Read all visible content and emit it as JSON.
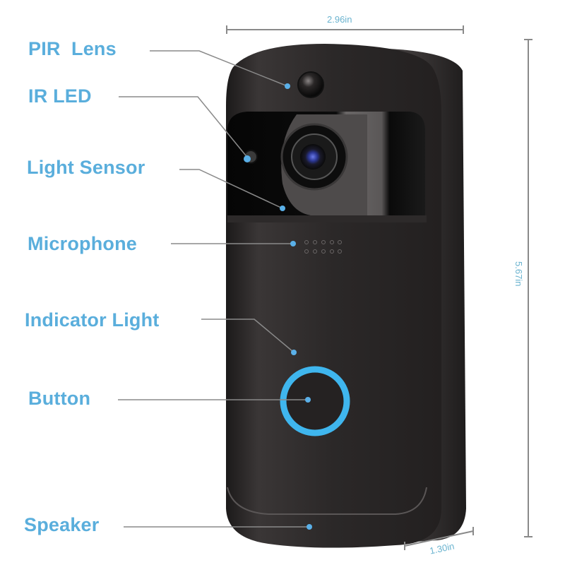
{
  "diagram": {
    "subject": "Video doorbell",
    "labels": [
      {
        "id": "pir-lens",
        "text": "PIR  Lens"
      },
      {
        "id": "ir-led",
        "text": "IR LED"
      },
      {
        "id": "light-sensor",
        "text": "Light Sensor"
      },
      {
        "id": "microphone",
        "text": "Microphone"
      },
      {
        "id": "indicator-light",
        "text": "Indicator Light"
      },
      {
        "id": "button",
        "text": "Button"
      },
      {
        "id": "speaker",
        "text": "Speaker"
      }
    ],
    "dimensions": {
      "width": "2.96in",
      "height": "5.67in",
      "depth": "1.30in"
    },
    "colors": {
      "label": "#5aaedc",
      "dimension_text": "#6ab3cf",
      "leader_line": "#8a8a8a",
      "marker_dot": "#5ab0e8",
      "ring_light": "#3fb6ee",
      "device_body": "#2a2727"
    }
  }
}
